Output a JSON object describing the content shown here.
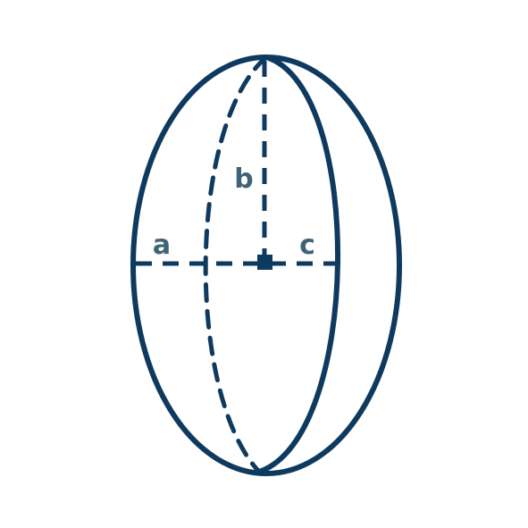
{
  "diagram": {
    "labels": {
      "a": "a",
      "b": "b",
      "c": "c"
    },
    "colors": {
      "stroke": "#0f3a5f",
      "label": "#3f6478",
      "background": "#ffffff"
    }
  }
}
